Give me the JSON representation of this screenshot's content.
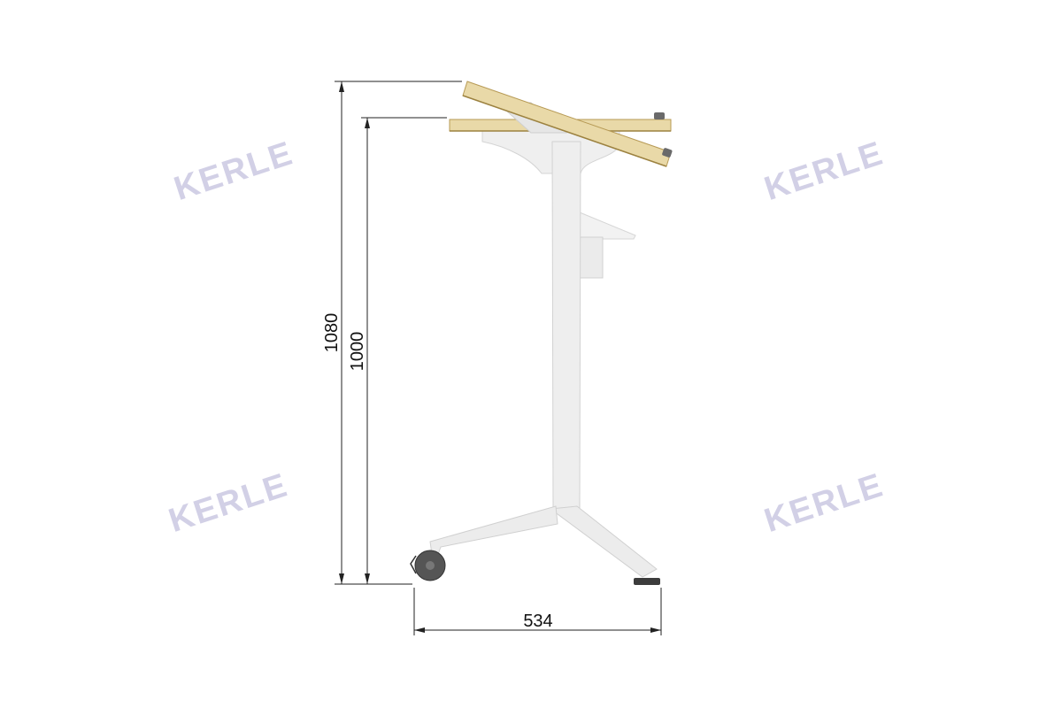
{
  "watermarks": [
    "KERLE",
    "KERLE",
    "KERLE",
    "KERLE"
  ],
  "dimensions": {
    "tilted_height": "1080",
    "flat_height": "1000",
    "base_depth": "534"
  },
  "colors": {
    "wood": "#e9d9a8",
    "wood_edge": "#b79a55",
    "frame": "#ededed",
    "frame_stroke": "#d0d0d0",
    "caster": "#555555",
    "dim_line": "#222222",
    "watermark": "#d2d0e6"
  }
}
